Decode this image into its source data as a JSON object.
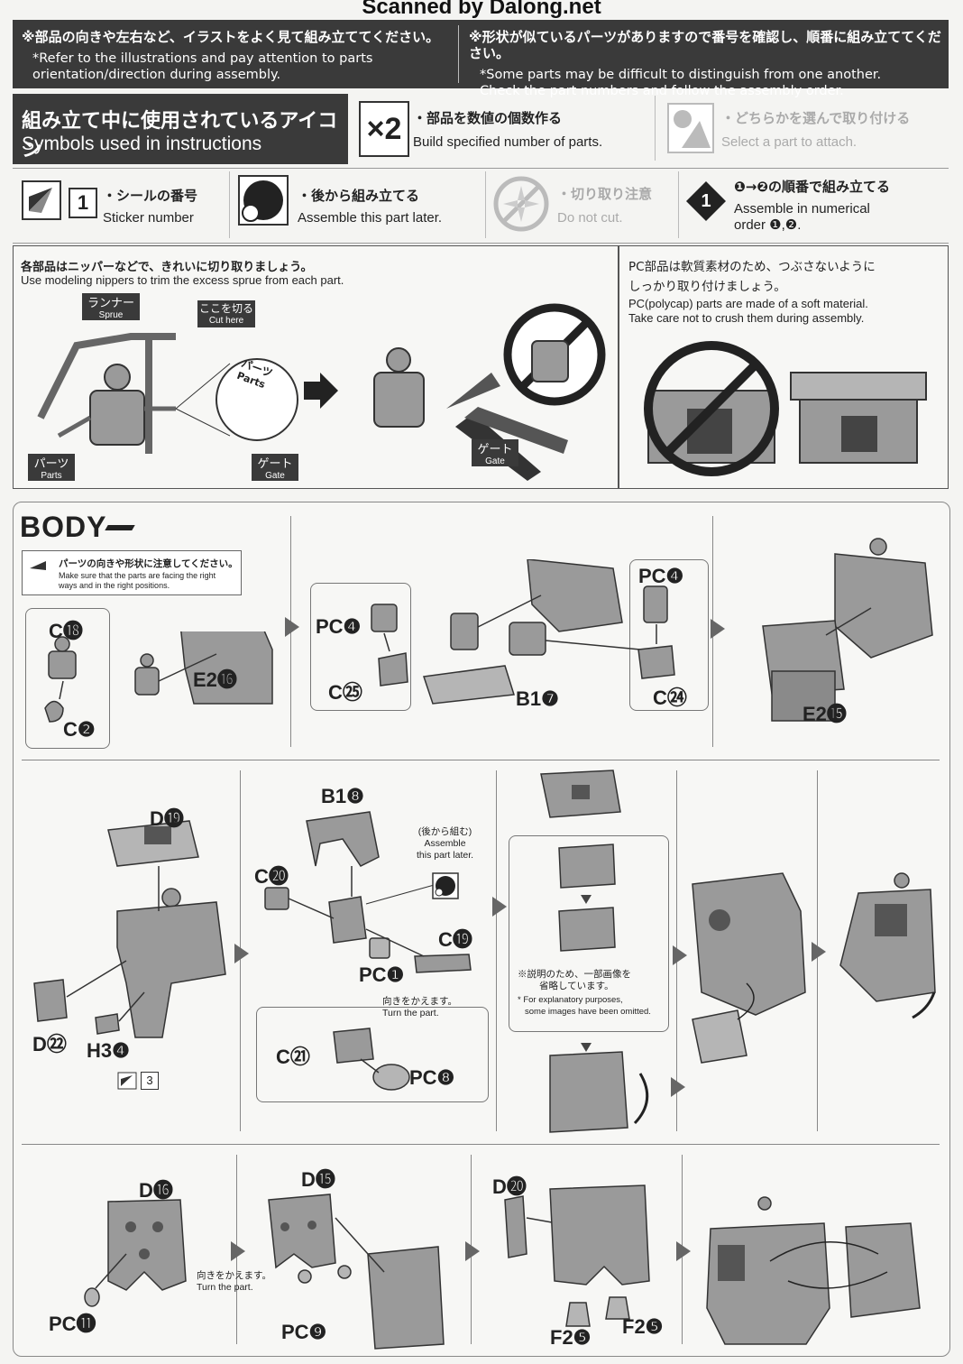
{
  "watermark": "Scanned by Dalong.net",
  "top_notes": {
    "left_jp": "※部品の向きや左右など、イラストをよく見て組み立ててください。",
    "left_en_1": "*Refer to the illustrations and pay attention to parts",
    "left_en_2": "orientation/direction during assembly.",
    "right_jp": "※形状が似ているパーツがありますので番号を確認し、順番に組み立ててください。",
    "right_en_1": "*Some parts may be difficult to distinguish from one another.",
    "right_en_2": "Check the part numbers and follow the assembly order."
  },
  "symbols": {
    "title_jp": "組み立て中に使用されているアイコン",
    "title_en": "Symbols used in instructions",
    "x2_badge": "×2",
    "x2_jp": "・部品を数値の個数作る",
    "x2_en": "Build specified number of parts.",
    "select_jp": "・どちらかを選んで取り付ける",
    "select_en": "Select a part to attach.",
    "sticker_num": "1",
    "sticker_jp": "・シールの番号",
    "sticker_en": "Sticker number",
    "later_jp": "・後から組み立てる",
    "later_en": "Assemble this part later.",
    "nocut_jp": "・切り取り注意",
    "nocut_en": "Do not cut.",
    "order_num": "1",
    "order_jp": "❶→❷の順番で組み立てる",
    "order_en_1": "Assemble in numerical",
    "order_en_2": "order ❶,❷."
  },
  "cutting": {
    "jp": "各部品はニッパーなどで、きれいに切り取りましょう。",
    "en": "Use modeling nippers to trim the excess sprue from each part.",
    "runner_jp": "ランナー",
    "runner_en": "Sprue",
    "cut_jp": "ここを切る",
    "cut_en": "Cut here",
    "parts_jp": "パーツ",
    "parts_en": "Parts",
    "gate_jp": "ゲート",
    "gate_en": "Gate",
    "tag_jp": "パーツ",
    "tag_en": "Parts",
    "gate2_jp": "ゲート",
    "gate2_en": "Gate"
  },
  "polycap": {
    "jp_1": "PC部品は軟質素材のため、つぶさないように",
    "jp_2": "しっかり取り付けましょう。",
    "en_1": "PC(polycap) parts are made of a soft material.",
    "en_2": "Take care not to crush them during assembly."
  },
  "body": {
    "title": "BODY",
    "note_jp": "パーツの向きや形状に注意してください。",
    "note_en_1": "Make sure that the parts are facing the right",
    "note_en_2": "ways and in the right positions.",
    "turn_jp": "向きをかえます。",
    "turn_en": "Turn the part.",
    "later_jp": "(後から組む)",
    "later_en_1": "Assemble",
    "later_en_2": "this part later.",
    "omit_jp_1": "※説明のため、一部画像を",
    "omit_jp_2": "省略しています。",
    "omit_en_1": "* For explanatory purposes,",
    "omit_en_2": "some images have been omitted.",
    "turn2_jp": "向きをかえます。",
    "turn2_en": "Turn the part.",
    "sticker_ref": "3"
  },
  "labels": {
    "c18": "C⓲",
    "c2": "C❷",
    "e2_16": "E2⓰",
    "pc4a": "PC❹",
    "c25": "C㉕",
    "b1_7": "B1❼",
    "pc4b": "PC❹",
    "c24": "C㉔",
    "e2_15": "E2⓯",
    "d19": "D⓳",
    "d22": "D㉒",
    "h3_4": "H3❹",
    "b1_8": "B1❽",
    "c20": "C⓴",
    "c19": "C⓳",
    "pc1": "PC❶",
    "c21": "C㉑",
    "pc8": "PC❽",
    "d16": "D⓰",
    "pc11": "PC⓫",
    "d15": "D⓯",
    "pc9": "PC❾",
    "d20": "D⓴",
    "f2_5a": "F2❺",
    "f2_5b": "F2❺"
  },
  "colors": {
    "dark": "#3a3a3a",
    "line": "#555555",
    "part": "#9a9a9a"
  }
}
